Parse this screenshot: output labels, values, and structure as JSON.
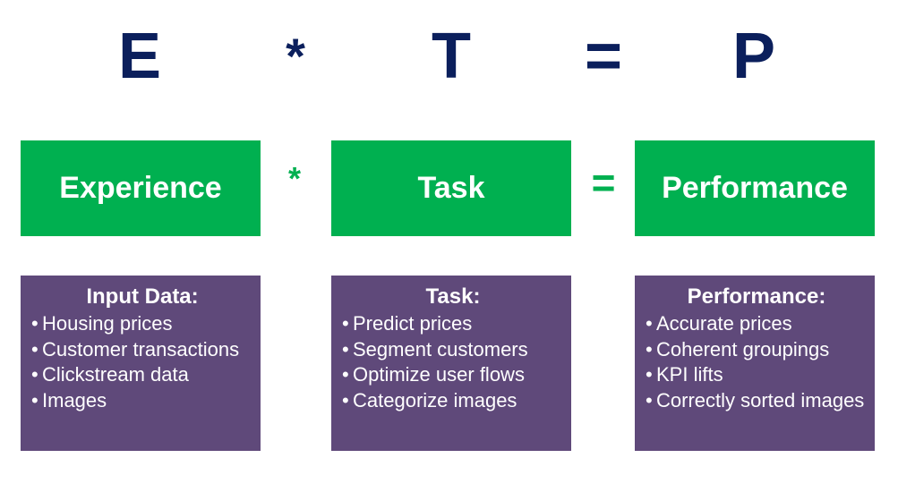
{
  "formula": {
    "e": "E",
    "op1": "*",
    "t": "T",
    "op2": "=",
    "p": "P"
  },
  "middle_row": {
    "experience": "Experience",
    "op1": "*",
    "task": "Task",
    "op2": "=",
    "performance": "Performance"
  },
  "details": {
    "experience": {
      "title": "Input Data:",
      "items": [
        "Housing prices",
        "Customer transactions",
        "Clickstream data",
        "Images"
      ]
    },
    "task": {
      "title": "Task:",
      "items": [
        "Predict prices",
        "Segment customers",
        "Optimize user flows",
        "Categorize images"
      ]
    },
    "performance": {
      "title": "Performance:",
      "items": [
        "Accurate prices",
        "Coherent groupings",
        "KPI lifts",
        "Correctly sorted images"
      ]
    }
  },
  "colors": {
    "navy": "#0b1f5c",
    "green": "#00b050",
    "purple": "#5f497a"
  }
}
